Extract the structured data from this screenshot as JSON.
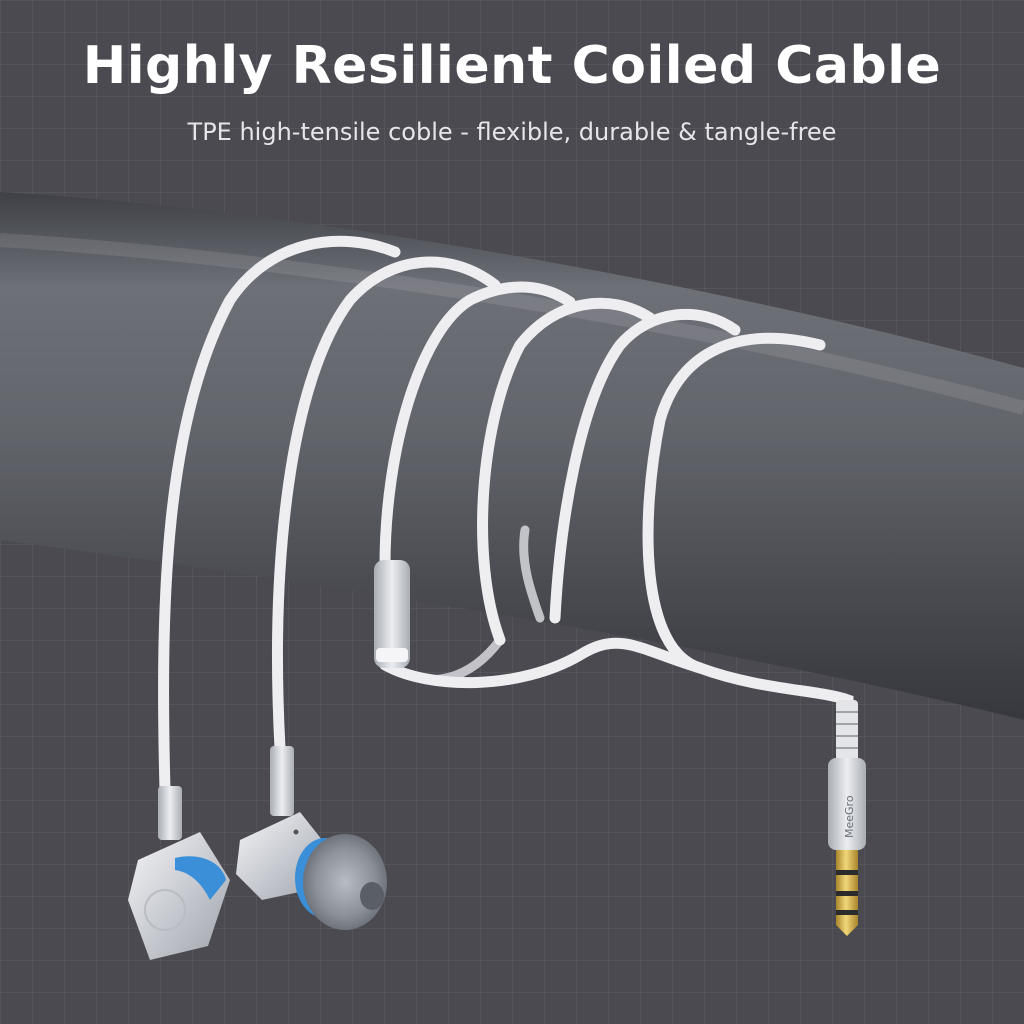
{
  "headline": "Highly Resilient Coiled Cable",
  "subheadline": "TPE high-tensile coble - flexible, durable & tangle-free",
  "plug_brand": "MeeGro",
  "colors": {
    "background": "#4a4a50",
    "tube": "#5d5f66",
    "cable": "#eeeef0",
    "earbud_shell": "#d8dade",
    "ring_accent": "#3a8fd8",
    "plug_gold": "#d4af37"
  }
}
